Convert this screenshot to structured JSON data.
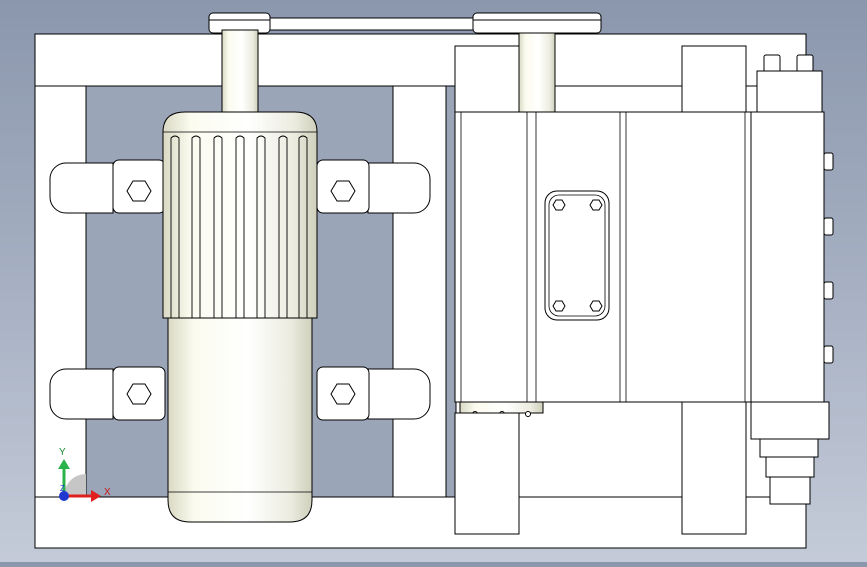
{
  "viewport": {
    "description": "",
    "triad": {
      "x_label": "X",
      "y_label": "Y",
      "z_label": "Z"
    },
    "colors": {
      "background_top": "#8b97ad",
      "background_bottom": "#c4cbd8",
      "part_fill": "#ffffff",
      "edge": "#000000",
      "motor_fill": "#f6f6e6",
      "axis_x": "#e0201c",
      "axis_y": "#2bb34a",
      "axis_z": "#2038d0"
    },
    "icons": [
      "hex-bolt-icon",
      "triad-axes-icon"
    ]
  }
}
